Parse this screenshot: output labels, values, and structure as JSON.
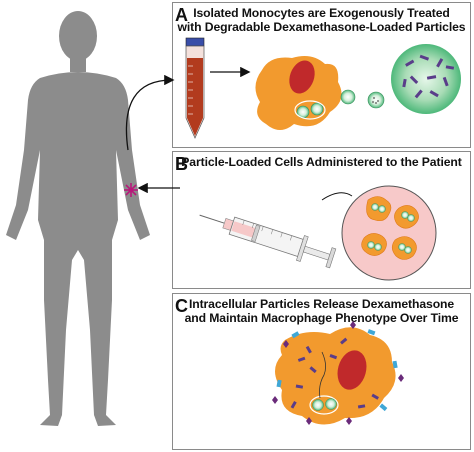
{
  "panels": [
    {
      "letter": "A",
      "title_line1": "Isolated Monocytes are Exogenously Treated",
      "title_line2": "with Degradable Dexamethasone-Loaded Particles"
    },
    {
      "letter": "B",
      "title_line1": "Particle-Loaded Cells Administered to the Patient"
    },
    {
      "letter": "C",
      "title_line1": "Intracellular Particles Release Dexamethasone",
      "title_line2": "and Maintain Macrophage Phenotype Over Time"
    }
  ],
  "colors": {
    "body": "#8c8c8c",
    "cell": "#f29a2e",
    "nucleus": "#c0292b",
    "particle": "#4db87a",
    "drug": "#5a3d8a",
    "tube_liquid": "#b23b1e",
    "tube_cap": "#3a4ea8",
    "syringe_inset": "#f7c9c9",
    "injection_site": "#b8187a",
    "panel_border": "#8a8a8a"
  },
  "icons": [
    "human-silhouette",
    "centrifuge-tube",
    "syringe",
    "macrophage-cell",
    "particle",
    "injection-star"
  ]
}
